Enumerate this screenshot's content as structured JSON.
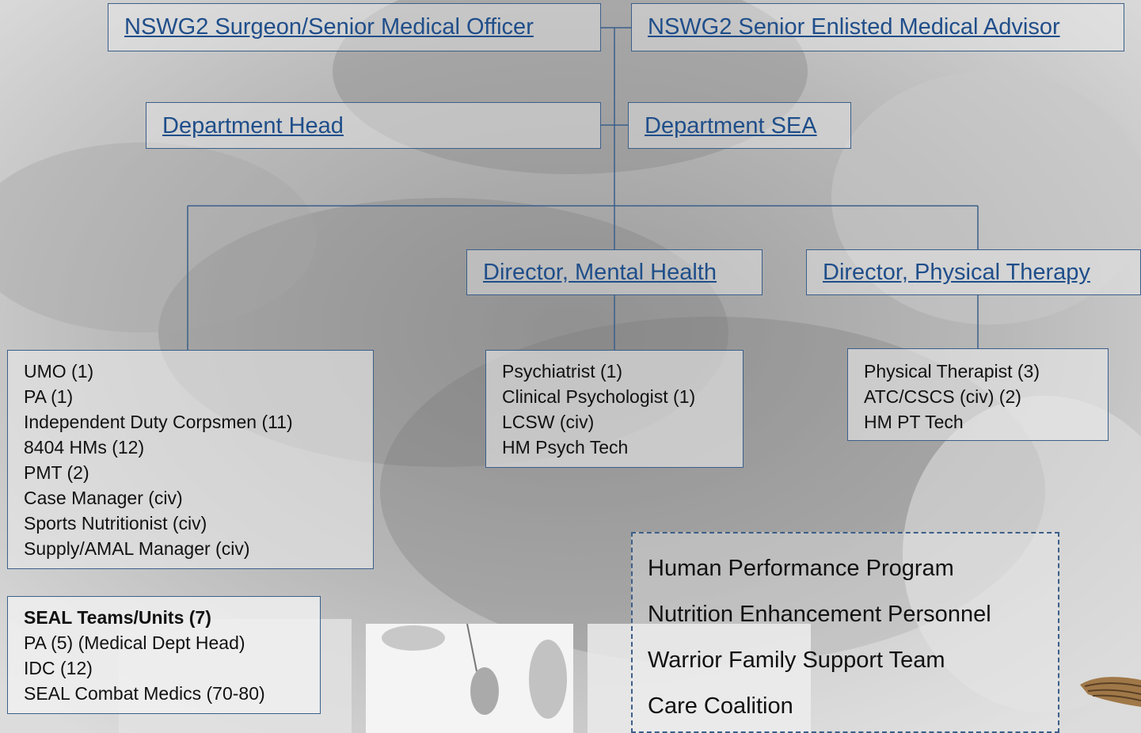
{
  "background_color": "#cfcfcf",
  "accent_color": "#3b5f8a",
  "link_color": "#1f4e8a",
  "leadership": {
    "surgeon": "NSWG2 Surgeon/Senior Medical Officer",
    "senior_enlisted": "NSWG2 Senior Enlisted Medical Advisor",
    "department_head": "Department Head",
    "department_sea": "Department SEA"
  },
  "directors": {
    "mental_health": "Director, Mental Health",
    "physical_therapy": "Director, Physical Therapy"
  },
  "staff_lists": {
    "medical": [
      "UMO (1)",
      "PA (1)",
      "Independent Duty Corpsmen (11)",
      "8404 HMs (12)",
      "PMT (2)",
      "Case Manager (civ)",
      "Sports Nutritionist (civ)",
      "Supply/AMAL Manager (civ)"
    ],
    "mental_health": [
      "Psychiatrist (1)",
      "Clinical Psychologist (1)",
      "LCSW (civ)",
      "HM Psych Tech"
    ],
    "physical_therapy": [
      "Physical Therapist (3)",
      "ATC/CSCS (civ) (2)",
      "HM PT Tech"
    ]
  },
  "seal_teams": {
    "heading": "SEAL Teams/Units (7)",
    "items": [
      "PA (5) (Medical Dept Head)",
      "IDC (12)",
      "SEAL Combat Medics (70-80)"
    ]
  },
  "programs": [
    "Human Performance Program",
    "Nutrition Enhancement Personnel",
    "Warrior Family Support Team",
    "Care Coalition"
  ]
}
